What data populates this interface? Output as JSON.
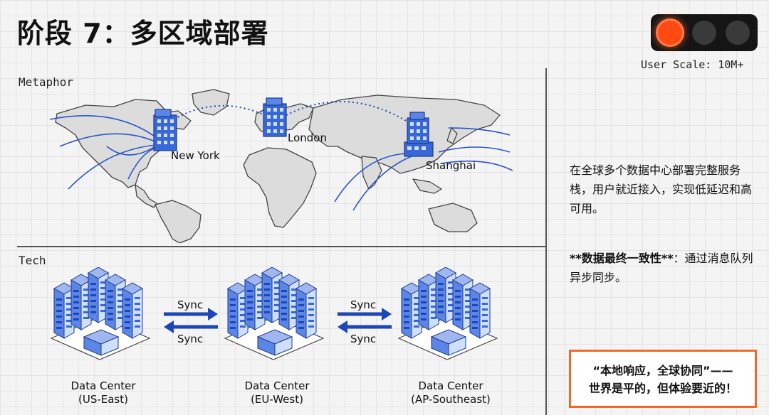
{
  "header": {
    "title": "阶段 7：多区域部署",
    "user_scale": "User Scale: 10M+",
    "traffic_light": {
      "active_index": 0,
      "count": 3,
      "active_color": "#ff4a12"
    }
  },
  "metaphor": {
    "label": "Metaphor",
    "cities": [
      {
        "name": "New York"
      },
      {
        "name": "London"
      },
      {
        "name": "Shanghai"
      }
    ]
  },
  "tech": {
    "label": "Tech",
    "data_centers": [
      {
        "line1": "Data Center",
        "line2": "(US-East)"
      },
      {
        "line1": "Data Center",
        "line2": "(EU-West)"
      },
      {
        "line1": "Data Center",
        "line2": "(AP-Southeast)"
      }
    ],
    "sync_label": "Sync",
    "accent_color": "#1d46b8"
  },
  "side": {
    "description": "在全球多个数据中心部署完整服务栈，用户就近接入，实现低延迟和高可用。",
    "consistency_bold": "**数据最终一致性**",
    "consistency_rest": "：通过消息队列异步同步。",
    "quote_line1": "“本地响应，全球协同”——",
    "quote_line2": "世界是平的，但体验要近的！"
  }
}
